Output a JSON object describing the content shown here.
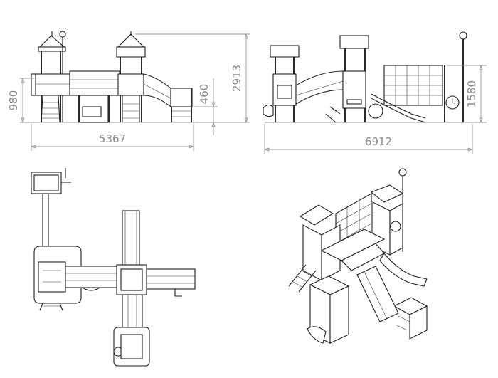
{
  "dimensions": {
    "front_width": "5367",
    "side_width": "6912",
    "total_height": "2913",
    "deck_height_a": "980",
    "deck_height_b": "460",
    "deck_height_c": "1580"
  },
  "colors": {
    "line": "#1e1e1e",
    "dimension": "#9a9a9a",
    "background": "#ffffff"
  }
}
